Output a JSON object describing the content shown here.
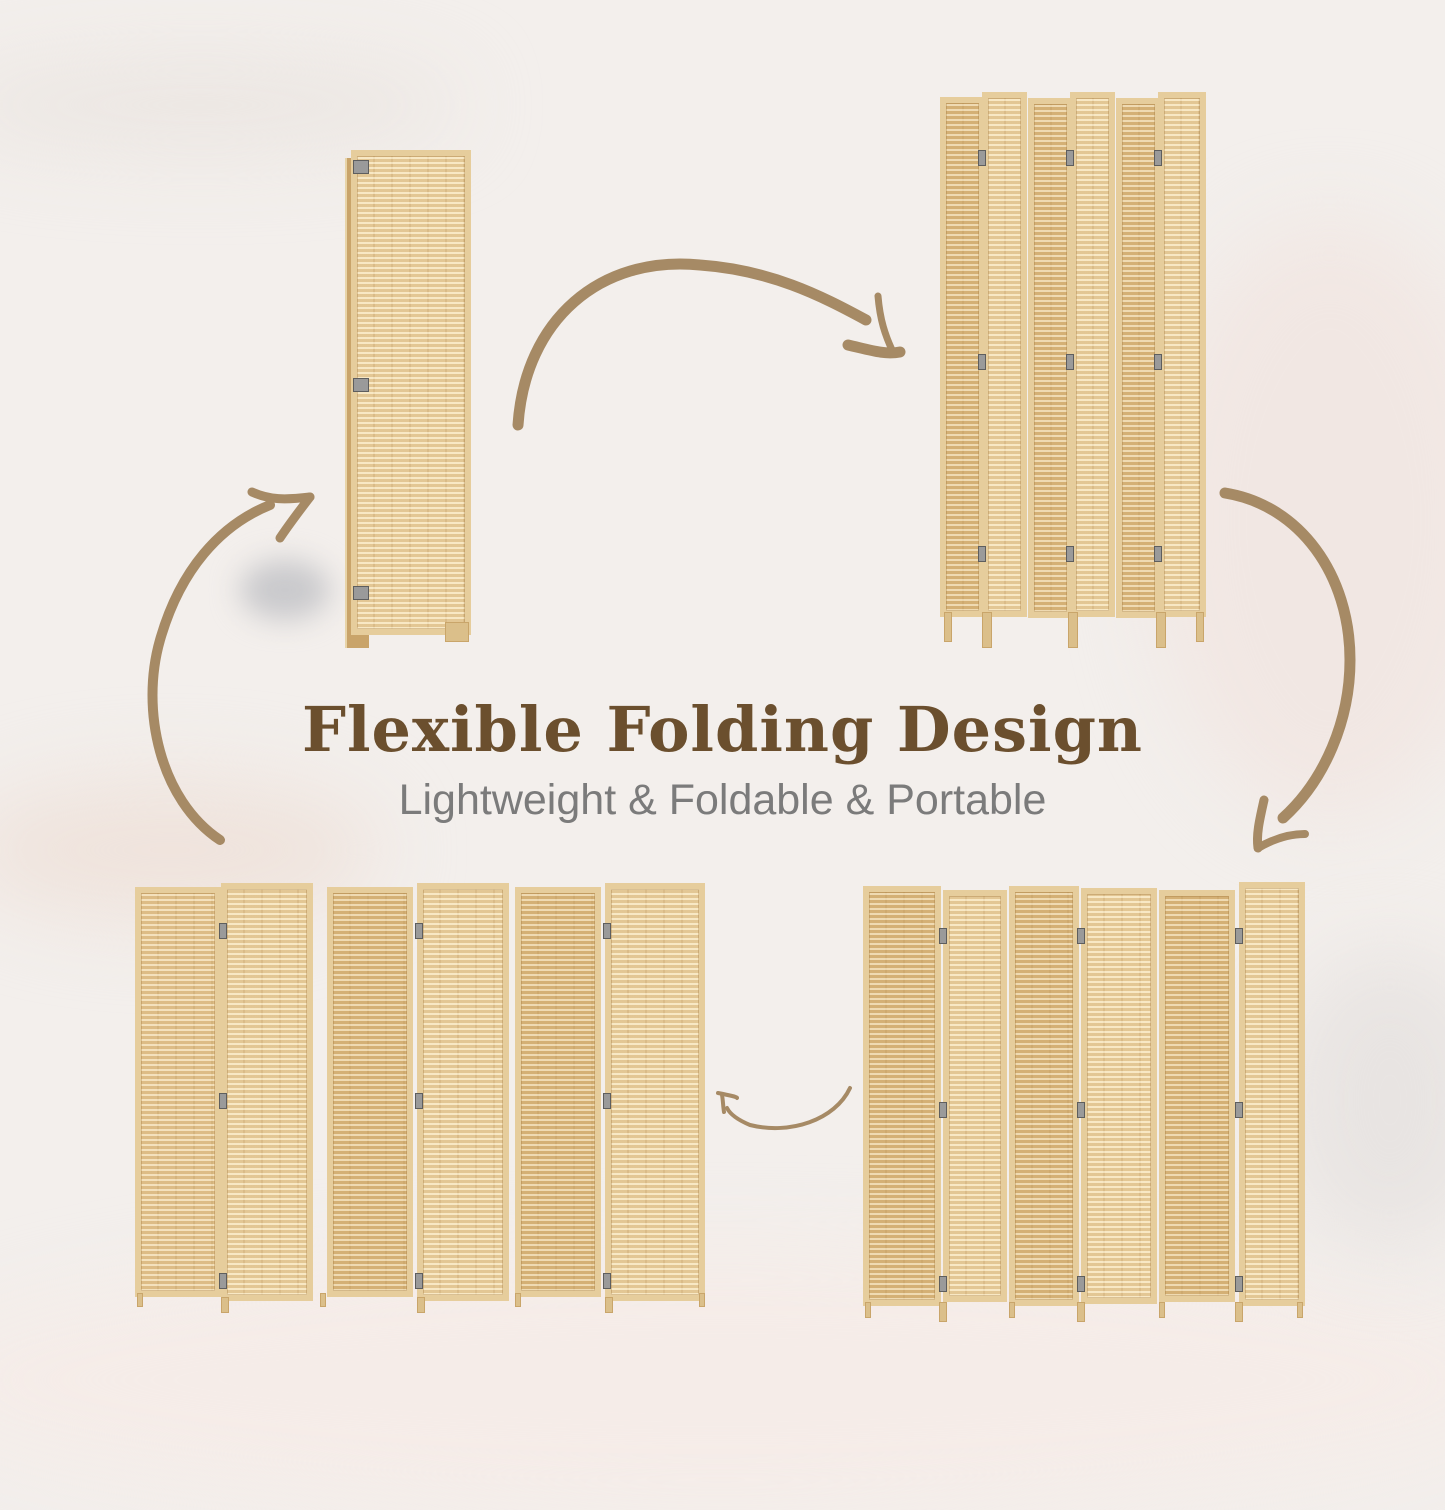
{
  "headline": {
    "title": "Flexible Folding Design",
    "subtitle": "Lightweight & Foldable & Portable"
  },
  "colors": {
    "background": "#f3efec",
    "title_text": "#6b4f2e",
    "subtitle_text": "#7b7b7b",
    "arrow": "#a68a65",
    "bamboo": "#e7c994",
    "frame": "#e6cd9c"
  },
  "illustrations": [
    {
      "name": "fully-folded-screen",
      "position": "top-left",
      "panels_visible": 1
    },
    {
      "name": "zigzag-folded-screen",
      "position": "top-right",
      "panels_visible": 6
    },
    {
      "name": "semi-open-screen",
      "position": "bottom-right",
      "panels_visible": 6
    },
    {
      "name": "fully-open-screen",
      "position": "bottom-left",
      "panels_visible": 6
    }
  ],
  "arrows": [
    {
      "name": "arrow-top",
      "from": "top-left",
      "to": "top-right"
    },
    {
      "name": "arrow-right",
      "from": "top-right",
      "to": "bottom-right"
    },
    {
      "name": "arrow-bottom",
      "from": "bottom-right",
      "to": "bottom-left"
    },
    {
      "name": "arrow-left",
      "from": "bottom-left",
      "to": "top-left"
    }
  ]
}
